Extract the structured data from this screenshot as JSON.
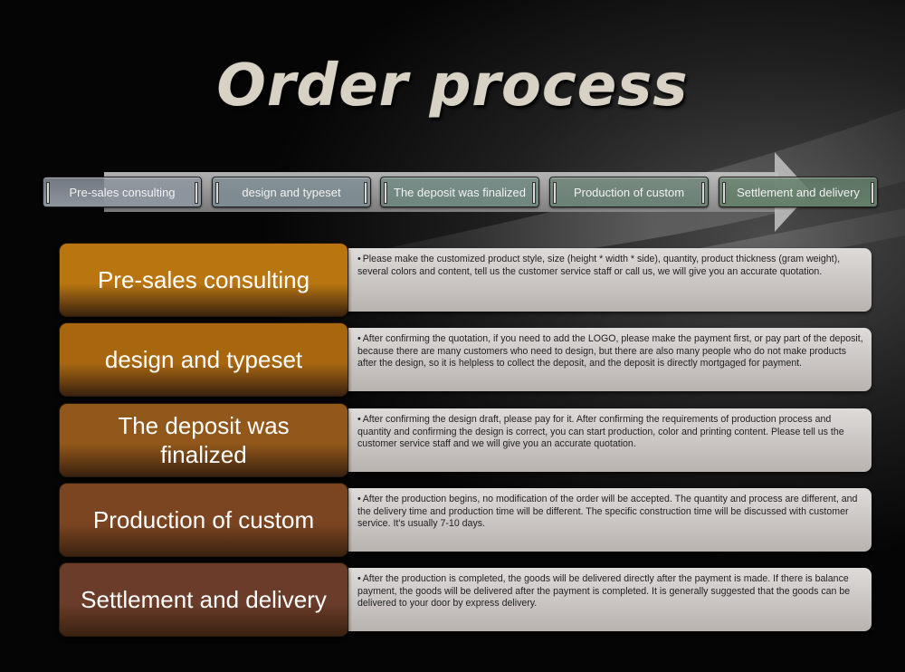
{
  "title": "Order process",
  "steps": [
    {
      "label": "Pre-sales consulting",
      "color": "#8c949e"
    },
    {
      "label": "design and typeset",
      "color": "#7d8c92"
    },
    {
      "label": "The deposit was finalized",
      "color": "#6f8780"
    },
    {
      "label": "Production of custom",
      "color": "#6c8276"
    },
    {
      "label": "Settlement and delivery",
      "color": "#647f6a"
    }
  ],
  "rows": [
    {
      "label": "Pre-sales consulting",
      "color": "#b97610",
      "text": "Please  make the customized product style, size (height * width * side),  quantity, product thickness (gram weight), several  colors and content, tell us the customer service staff or call us, we  will give you an accurate quotation."
    },
    {
      "label": "design and typeset",
      "color": "#a8670f",
      "text": "After confirming the quotation, if you need to add the LOGO, please make the payment first, or pay part of the deposit, because there are many customers who need  to design, but there are also many people who do not make products after the design,  so it is helpless  to collect the deposit, and the deposit is directly mortgaged for payment."
    },
    {
      "label": "The deposit was finalized",
      "color": "#92571a",
      "text": "After confirming the design draft, please  pay for it. After confirming the requirements  of production process and quantity and confirming the design is correct, you can start production, color and printing content. Please tell us the customer service staff and we will give you an accurate quotation."
    },
    {
      "label": "Production of custom",
      "color": "#7c4522",
      "text": "After the production begins, no modification of the order will be accepted. The quantity and process are different,  and the delivery time and production time will be different.  The specific construction time will be discussed with customer service.  It's usually 7-10 days."
    },
    {
      "label": "Settlement and delivery",
      "color": "#6b3c2a",
      "text": "After the production is completed, the goods will be delivered directly after the payment is made. If there is balance payment, the goods will be delivered  after the payment is completed. It is generally  suggested that the goods can be delivered  to your door by express  delivery."
    }
  ],
  "bullet": "•"
}
